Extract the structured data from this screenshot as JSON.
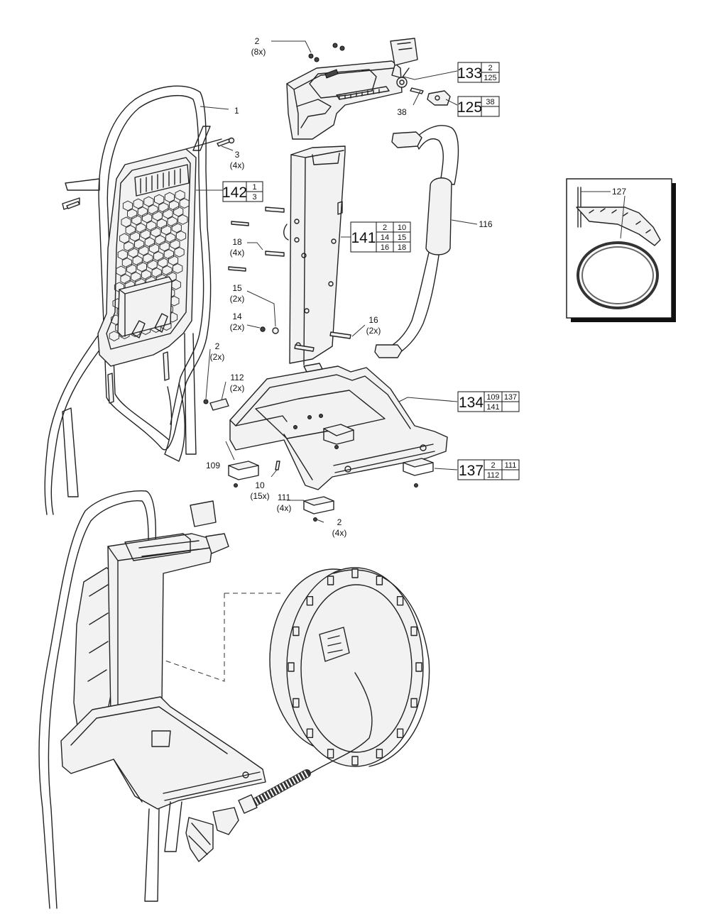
{
  "callouts": {
    "c1": "1",
    "c2_8x_num": "2",
    "c2_8x_qty": "(8x)",
    "c3_num": "3",
    "c3_qty": "(4x)",
    "c18_num": "18",
    "c18_qty": "(4x)",
    "c15_num": "15",
    "c15_qty": "(2x)",
    "c14_num": "14",
    "c14_qty": "(2x)",
    "c16_num": "16",
    "c16_qty": "(2x)",
    "c2_2x_num": "2",
    "c2_2x_qty": "(2x)",
    "c112_num": "112",
    "c112_qty": "(2x)",
    "c109": "109",
    "c10_num": "10",
    "c10_qty": "(15x)",
    "c111_num": "111",
    "c111_qty": "(4x)",
    "c2_4x_num": "2",
    "c2_4x_qty": "(4x)",
    "c38": "38",
    "c116": "116",
    "c127": "127"
  },
  "kits": {
    "k133": {
      "main": "133",
      "a": "2",
      "b": "125"
    },
    "k125": {
      "main": "125",
      "a": "38",
      "b": ""
    },
    "k142": {
      "main": "142",
      "a": "1",
      "b": "3"
    },
    "k141": {
      "main": "141",
      "r1a": "2",
      "r1b": "10",
      "r2a": "14",
      "r2b": "15",
      "r3a": "16",
      "r3b": "18"
    },
    "k134": {
      "main": "134",
      "r1a": "109",
      "r1b": "137",
      "r2a": "141",
      "r2b": ""
    },
    "k137": {
      "main": "137",
      "r1a": "2",
      "r1b": "111",
      "r2a": "112",
      "r2b": ""
    }
  },
  "colors": {
    "line": "#222222",
    "paper": "#ffffff",
    "inset_shadow": "#111111"
  }
}
